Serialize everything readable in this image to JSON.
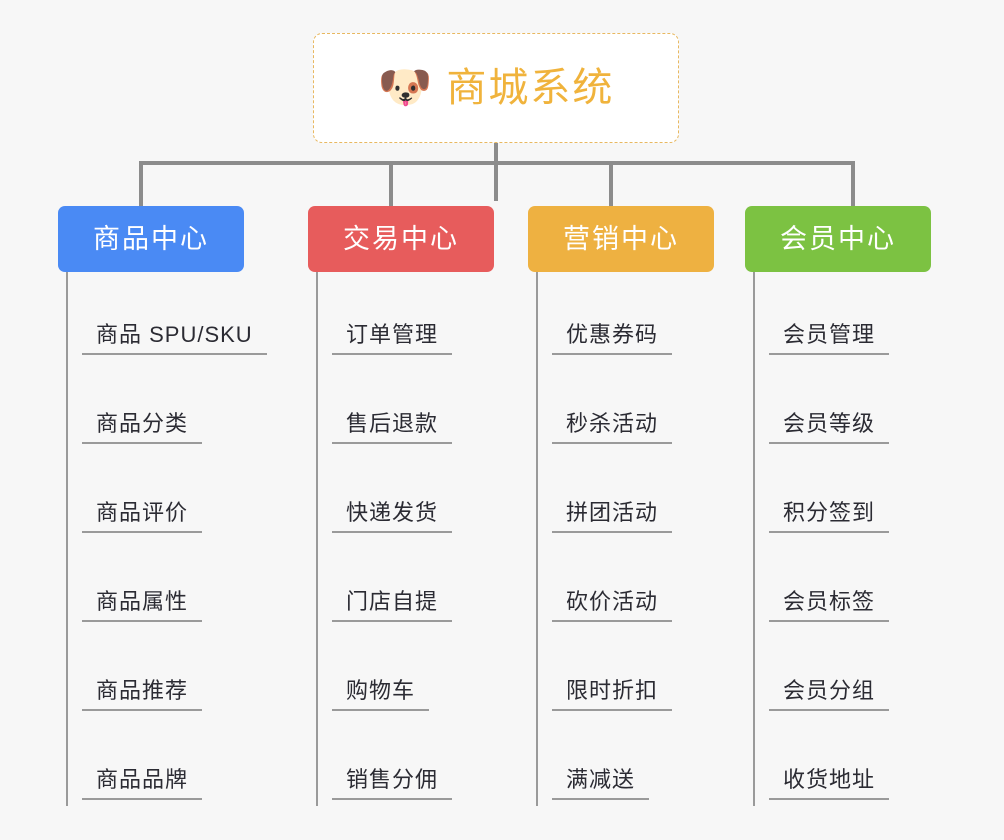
{
  "background_color": "#f7f7f7",
  "root": {
    "icon": "dog-face-emoji",
    "icon_glyph": "🐶",
    "title": "商城系统",
    "title_color": "#f0b33c",
    "border_color": "#e8b860",
    "background_color": "#ffffff"
  },
  "connector_color": "#8c8c8c",
  "leaf_text_color": "#2b2b33",
  "leaf_rule_color": "#9a9a9a",
  "columns": [
    {
      "title": "商品中心",
      "color": "#4a8af4",
      "items": [
        "商品 SPU/SKU",
        "商品分类",
        "商品评价",
        "商品属性",
        "商品推荐",
        "商品品牌"
      ]
    },
    {
      "title": "交易中心",
      "color": "#e75c5c",
      "items": [
        "订单管理",
        "售后退款",
        "快递发货",
        "门店自提",
        "购物车",
        "销售分佣"
      ]
    },
    {
      "title": "营销中心",
      "color": "#eeb141",
      "items": [
        "优惠券码",
        "秒杀活动",
        "拼团活动",
        "砍价活动",
        "限时折扣",
        "满减送"
      ]
    },
    {
      "title": "会员中心",
      "color": "#7cc242",
      "items": [
        "会员管理",
        "会员等级",
        "积分签到",
        "会员标签",
        "会员分组",
        "收货地址"
      ]
    }
  ]
}
